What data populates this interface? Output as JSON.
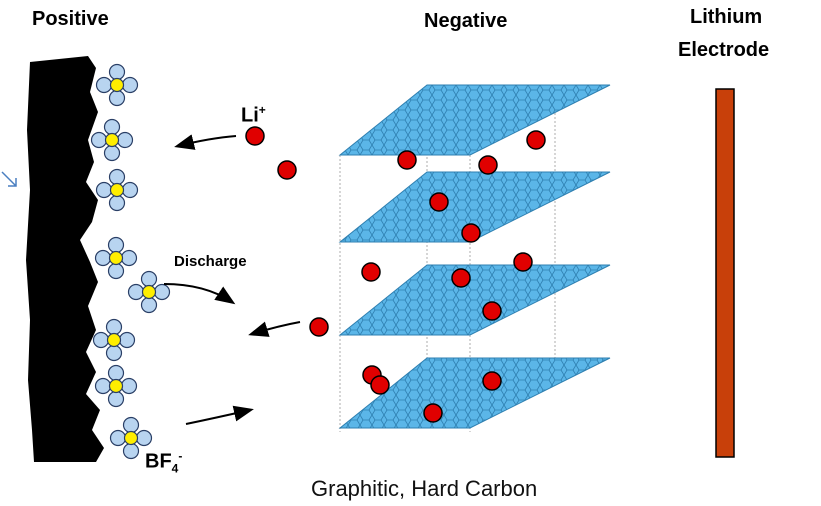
{
  "labels": {
    "positive": "Positive",
    "negative": "Negative",
    "lithium_line1": "Lithium",
    "lithium_line2": "Electrode",
    "li_ion": "Li",
    "li_ion_charge": "+",
    "discharge": "Discharge",
    "anion_base": "BF",
    "anion_sub": "4",
    "anion_charge": "-",
    "caption": "Graphitic, Hard Carbon"
  },
  "colors": {
    "li_ion_fill": "#e00000",
    "anion_center": "#ffee00",
    "anion_ring": "#b8d4f0",
    "graphene": "#5bb6e8",
    "lithium_electrode": "#c8400a",
    "positive_electrode": "#000000"
  }
}
